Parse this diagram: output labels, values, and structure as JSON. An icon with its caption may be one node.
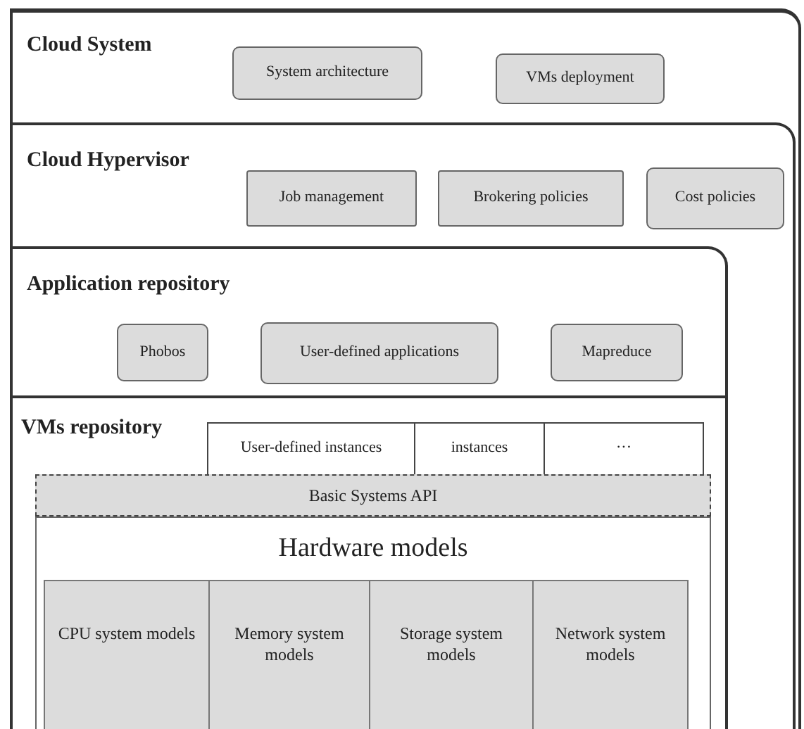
{
  "diagram": {
    "nodes": [
      {
        "text": [
          "Cloud System"
        ]
      },
      {
        "text": [
          "System architecture"
        ],
        "in": 0
      },
      {
        "text": [
          "VMs deployment"
        ],
        "in": 0
      },
      {
        "text": [
          "Cloud Hypervisor"
        ],
        "in": 0
      },
      {
        "text": [
          "Job management"
        ],
        "in": 3
      },
      {
        "text": [
          "Brokering policies"
        ],
        "in": 3
      },
      {
        "text": [
          "Cost policies"
        ],
        "in": 3
      },
      {
        "text": [
          "Application repository"
        ],
        "in": 3
      },
      {
        "text": [
          "Phobos"
        ],
        "in": 7
      },
      {
        "text": [
          "User-defined applications"
        ],
        "in": 7
      },
      {
        "text": [
          "Mapreduce"
        ],
        "in": 7
      },
      {
        "text": [
          "VMs repository"
        ],
        "in": 3
      },
      {
        "text": [
          "User-defined instances"
        ],
        "in": 11
      },
      {
        "text": [
          "instances"
        ],
        "in": 11
      },
      {
        "text": [
          "···"
        ],
        "in": 11
      },
      {
        "text": [
          "Basic Systems API"
        ],
        "in": 11
      },
      {
        "text": [
          "Hardware models"
        ],
        "in": 11
      },
      {
        "text": [
          "CPU system models"
        ],
        "in": 16
      },
      {
        "text": [
          "Memory system models"
        ],
        "in": 16
      },
      {
        "text": [
          "Storage system models"
        ],
        "in": 16
      },
      {
        "text": [
          "Network system models"
        ],
        "in": 16
      }
    ]
  }
}
